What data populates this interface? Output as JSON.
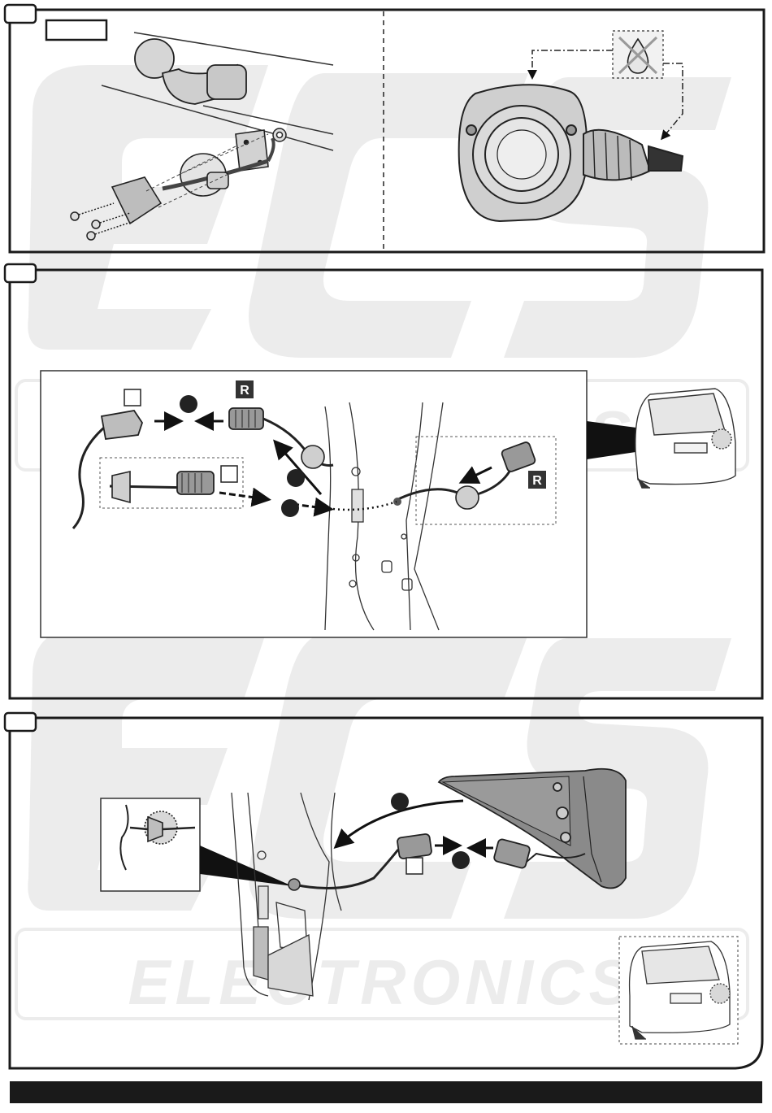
{
  "watermark": {
    "logo_text": "ECS",
    "brand_text": "ELECTRONICS"
  },
  "panels": [
    {
      "id": "step-1",
      "step_number": "",
      "label_box_text": "",
      "subpanels": [
        "towbar-socket-mounting",
        "socket-with-sealant"
      ]
    },
    {
      "id": "step-2",
      "step_number": "",
      "connector_badges": [
        "R",
        "R"
      ],
      "checkbox_count": 2,
      "dot_markers": 3
    },
    {
      "id": "step-3",
      "step_number": "",
      "checkbox_count": 1,
      "dot_markers": 2
    }
  ],
  "icons": [
    "towball-icon",
    "socket-plate-icon",
    "screw-icon",
    "nut-icon",
    "no-grease-drop-icon",
    "connector-icon",
    "grommet-icon",
    "car-rear-icon",
    "tail-lamp-icon"
  ],
  "colors": {
    "frame": "#1a1a1a",
    "watermark": "#ececec",
    "marker": "#222222",
    "part_fill": "#cfcfcf",
    "lamp_fill": "#8a8a8a"
  }
}
